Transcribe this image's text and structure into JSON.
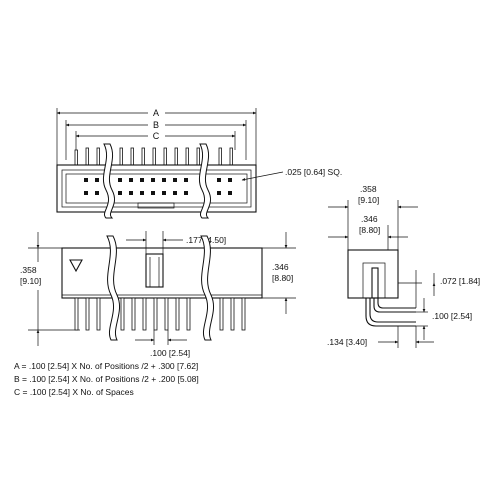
{
  "colors": {
    "line": "#111111",
    "background": "#ffffff"
  },
  "top_view": {
    "dim_a": "A",
    "dim_b": "B",
    "dim_c": "C",
    "pin_size": ".025 [0.64] SQ."
  },
  "front_view": {
    "height_left": ".358",
    "height_left_metric": "[9.10]",
    "key_width": ".177 [4.50]",
    "height_right": ".346",
    "height_right_metric": "[8.80]",
    "pitch": ".100 [2.54]"
  },
  "side_view": {
    "width_outer": ".358",
    "width_outer_metric": "[9.10]",
    "width_inner": ".346",
    "width_inner_metric": "[8.80]",
    "tail_offset": ".072 [1.84]",
    "row_pitch": ".100 [2.54]",
    "tail_length": ".134 [3.40]"
  },
  "notes": [
    "A = .100 [2.54] X No. of Positions /2 + .300 [7.62]",
    "B = .100 [2.54] X No. of Positions /2 + .200 [5.08]",
    "C = .100 [2.54] X No. of Spaces"
  ]
}
